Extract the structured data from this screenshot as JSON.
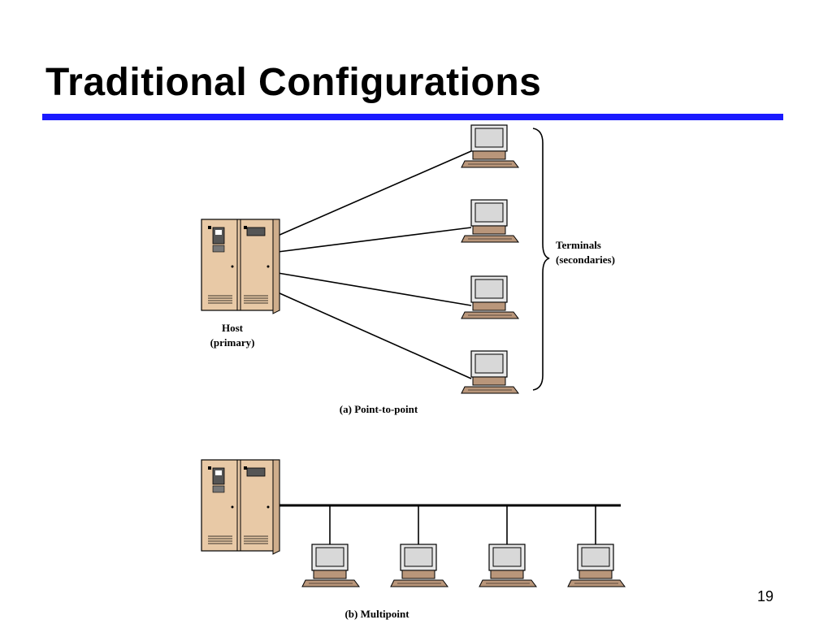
{
  "slide": {
    "title": "Traditional Configurations",
    "page_number": "19",
    "rule_color": "#1a1aff"
  },
  "diagram": {
    "point_to_point": {
      "host_label_line1": "Host",
      "host_label_line2": "(primary)",
      "terminals_label_line1": "Terminals",
      "terminals_label_line2": "(secondaries)",
      "caption": "(a) Point-to-point",
      "terminal_count": 4
    },
    "multipoint": {
      "caption": "(b) Multipoint",
      "terminal_count": 4
    },
    "colors": {
      "cabinet": "#e8c9a6",
      "terminal_base": "#b9967a",
      "screen": "#d8d8d8"
    }
  }
}
